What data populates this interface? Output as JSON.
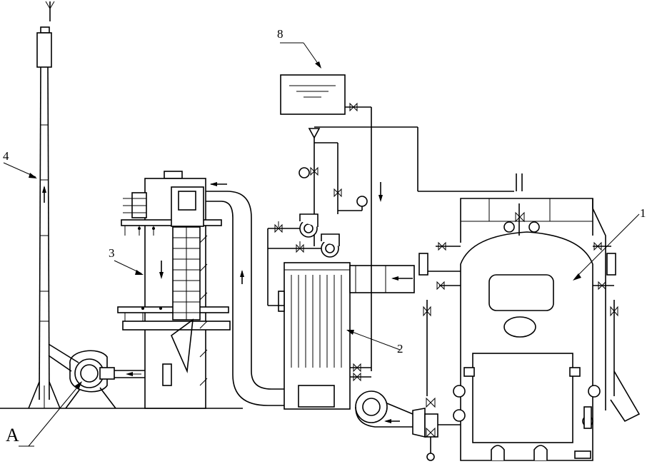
{
  "labels": {
    "boiler": "1",
    "heat_exchanger": "2",
    "scrubber_tower": "3",
    "chimney": "4",
    "water_tank": "8",
    "fan_a": "A"
  }
}
